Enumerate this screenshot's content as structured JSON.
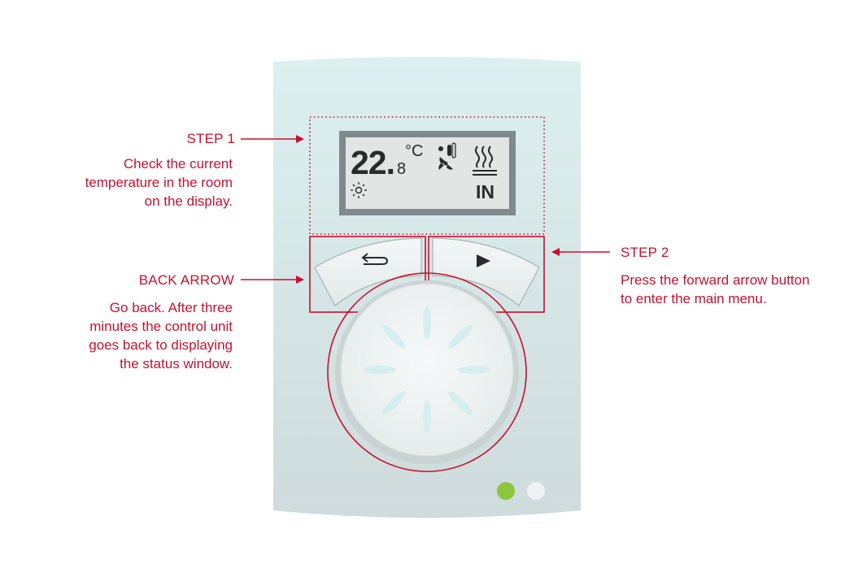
{
  "display": {
    "temp_main": "22.",
    "temp_decimal": "8",
    "unit": "°C",
    "mode": "IN"
  },
  "annotations": {
    "step1": {
      "heading": "STEP 1",
      "lines": [
        "Check the current",
        "temperature in the room",
        "on the display."
      ]
    },
    "back": {
      "heading": "BACK ARROW",
      "lines": [
        "Go back. After three",
        "minutes the control unit",
        "goes back to displaying",
        "the status window."
      ]
    },
    "step2": {
      "heading": "STEP 2",
      "lines": [
        "Press the forward arrow button",
        "to enter the main menu."
      ]
    }
  },
  "colors": {
    "accent": "#c8102e",
    "led_on": "#8cc63f",
    "led_off": "#eef2f3",
    "device_top": "#ddeff0",
    "device_bottom": "#cfdcdd"
  },
  "icons": [
    "fan-icon",
    "heating-icon",
    "sun-icon",
    "back-arrow-icon",
    "play-icon"
  ]
}
